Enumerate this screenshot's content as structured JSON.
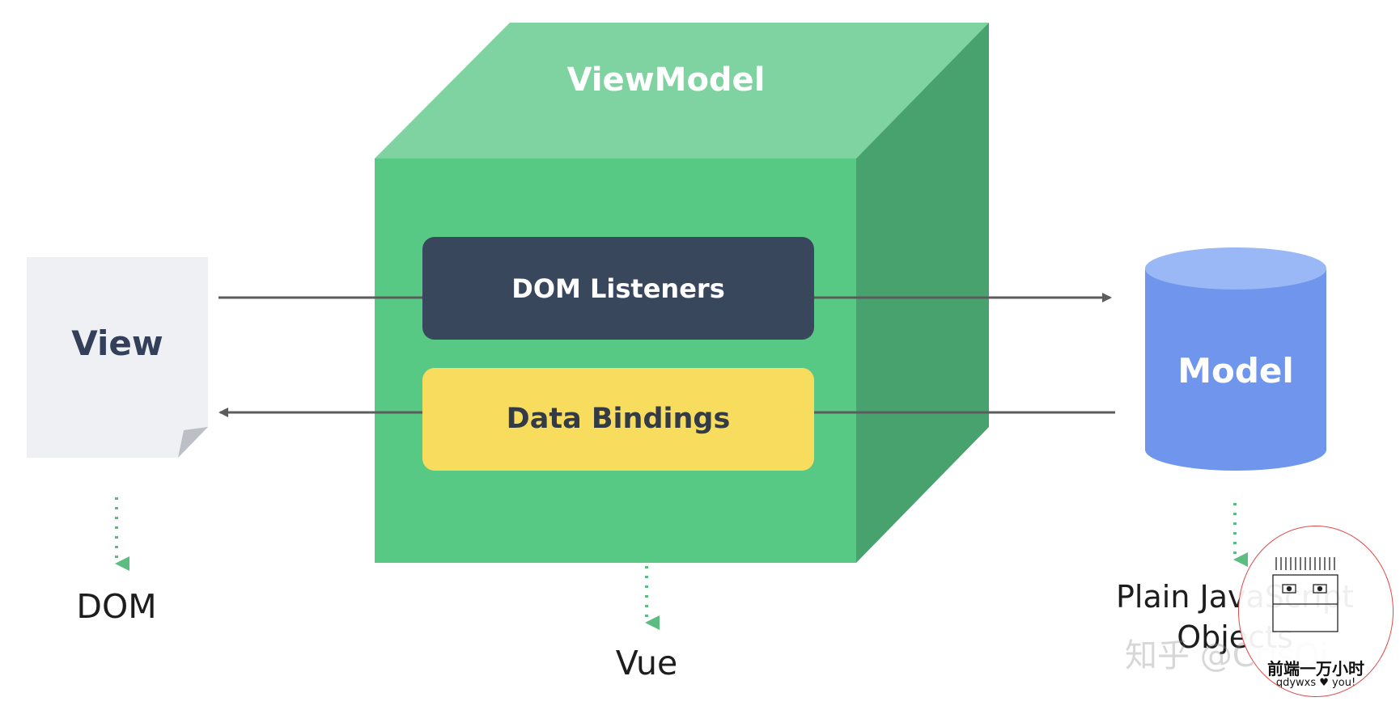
{
  "diagram": {
    "viewmodel": {
      "label": "ViewModel"
    },
    "dom_listeners": {
      "label": "DOM Listeners"
    },
    "data_bindings": {
      "label": "Data Bindings"
    },
    "view": {
      "label": "View",
      "caption": "DOM"
    },
    "model": {
      "label": "Model",
      "caption_line1": "Plain JavaScript",
      "caption_line2": "Objects"
    },
    "vue_caption": "Vue"
  },
  "overlay": {
    "watermark": "知乎 @CrisQi",
    "badge_title": "前端一万小时",
    "badge_subtitle": "qdywxs ♥ you!"
  },
  "colors": {
    "cube_front": "#58c985",
    "cube_top": "#7ed3a1",
    "cube_side": "#48a26e",
    "listeners_box": "#39475d",
    "bindings_box": "#f8dc5e",
    "model_cylinder": "#6f96ec",
    "model_cylinder_top": "#9ab8f6",
    "view_doc": "#eff0f4",
    "arrow": "#5c5c5c",
    "dashed_arrow": "#5bbd7f"
  }
}
